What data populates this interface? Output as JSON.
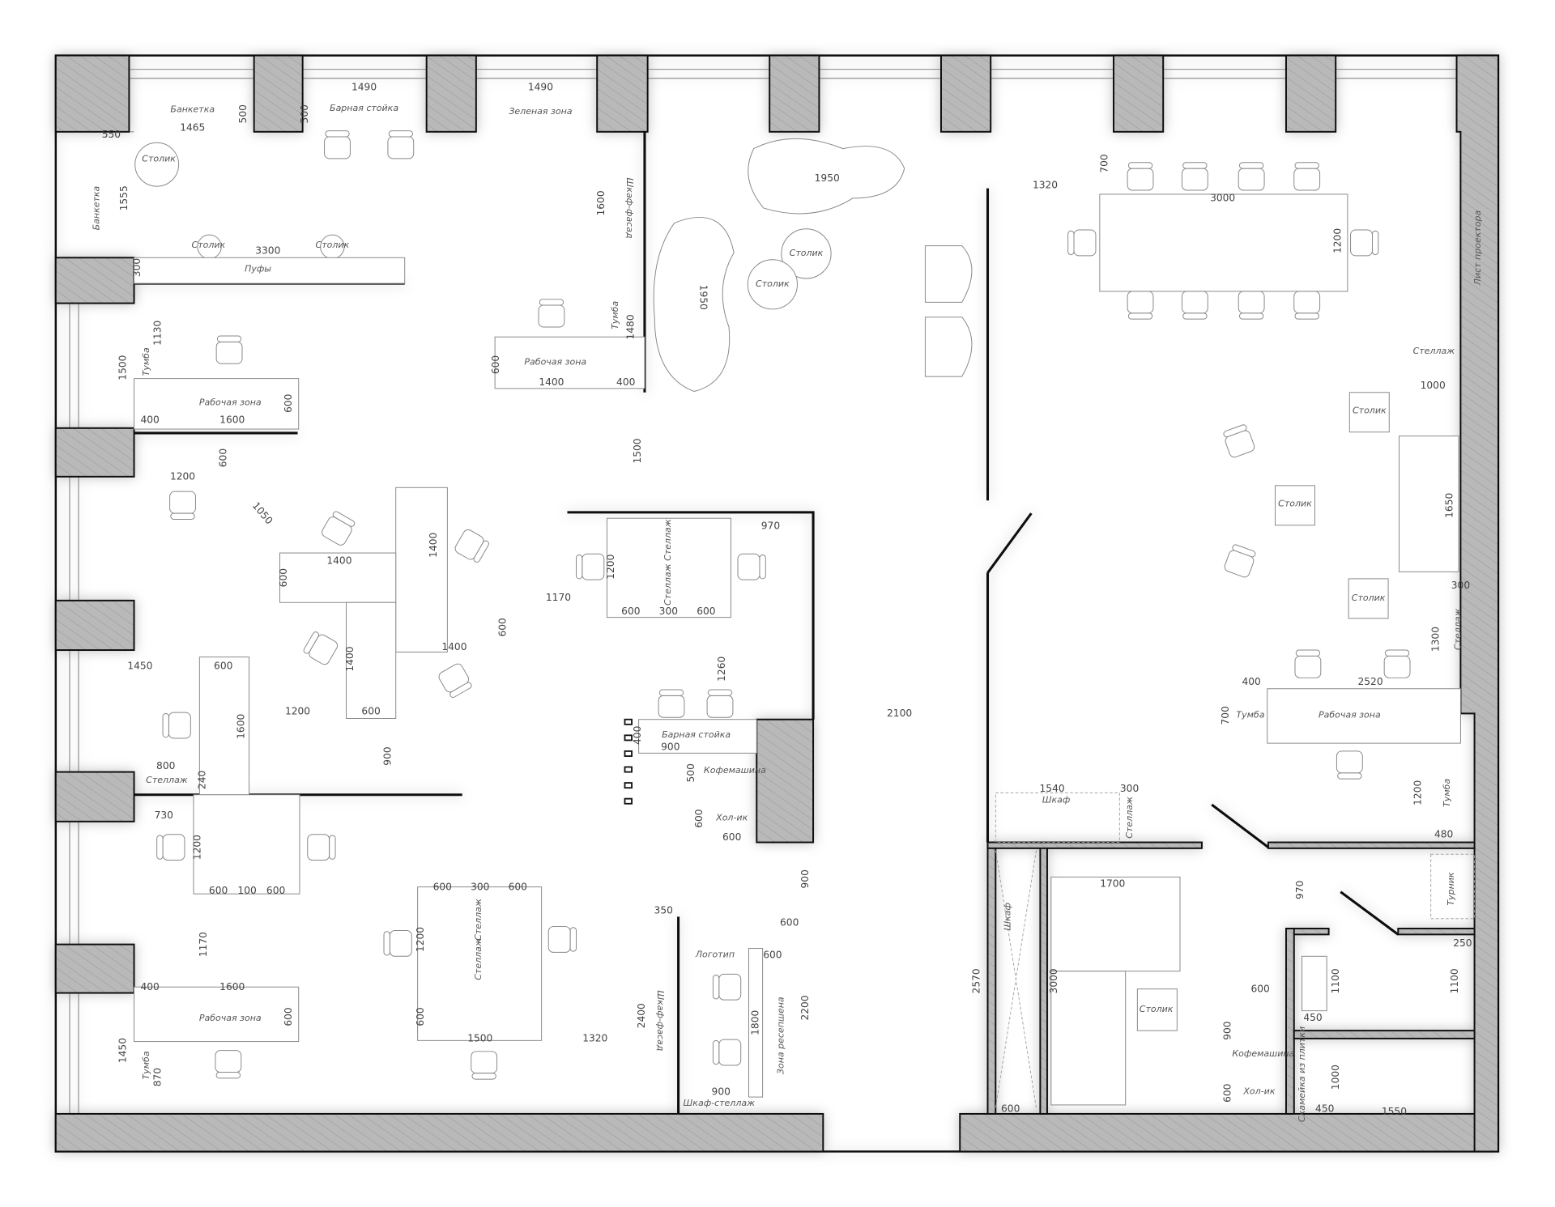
{
  "labels": [
    "Банкетка",
    "Барная стойка",
    "Зеленая зона",
    "Столик",
    "Банкетка",
    "Столик",
    "Столик",
    "Пуфы",
    "Тумба",
    "Рабочая зона",
    "Рабочая зона",
    "Тумба",
    "Шкаф-фасад",
    "Столик",
    "Столик",
    "Стеллаж",
    "Стеллаж",
    "Барная стойка",
    "Кофемашина",
    "Хол-ик",
    "Стеллаж",
    "Стеллаж",
    "Стеллаж",
    "Рабочая зона",
    "Тумба",
    "Шкаф-фасад",
    "Логотип",
    "Зона ресепшена",
    "Шкаф-стеллаж",
    "Лист проектора",
    "Стеллаж",
    "Столик",
    "Столик",
    "Столик",
    "Стеллаж",
    "Тумба",
    "Рабочая зона",
    "Тумба",
    "Шкаф",
    "Стеллаж",
    "Шкаф",
    "Столик",
    "Турник",
    "Кофемашина",
    "Хол-ик",
    "Скамейка из плитки"
  ],
  "dimensions": [
    "1490",
    "1490",
    "500",
    "500",
    "1465",
    "550",
    "1555",
    "3300",
    "300",
    "1600",
    "1130",
    "1500",
    "400",
    "1600",
    "600",
    "600",
    "1400",
    "400",
    "1480",
    "1500",
    "600",
    "1950",
    "1950",
    "1200",
    "1050",
    "1400",
    "1400",
    "600",
    "1200",
    "970",
    "600",
    "300",
    "600",
    "1170",
    "600",
    "1400",
    "1400",
    "1450",
    "600",
    "1260",
    "1200",
    "600",
    "1600",
    "2100",
    "400",
    "900",
    "500",
    "600",
    "600",
    "800",
    "240",
    "900",
    "730",
    "1200",
    "600",
    "100",
    "600",
    "1170",
    "900",
    "350",
    "600",
    "600",
    "600",
    "300",
    "600",
    "1200",
    "600",
    "1500",
    "1320",
    "2400",
    "1800",
    "2200",
    "900",
    "400",
    "1600",
    "600",
    "1450",
    "870",
    "700",
    "1320",
    "3000",
    "1200",
    "1000",
    "1650",
    "300",
    "1300",
    "400",
    "2520",
    "700",
    "1200",
    "480",
    "1540",
    "300",
    "1700",
    "3000",
    "2570",
    "600",
    "970",
    "600",
    "900",
    "600",
    "1100",
    "450",
    "250",
    "1100",
    "1000",
    "450",
    "1550"
  ],
  "colors": {
    "wall_fill": "#b9b9b9",
    "line": "#111111",
    "furniture": "#888888"
  }
}
